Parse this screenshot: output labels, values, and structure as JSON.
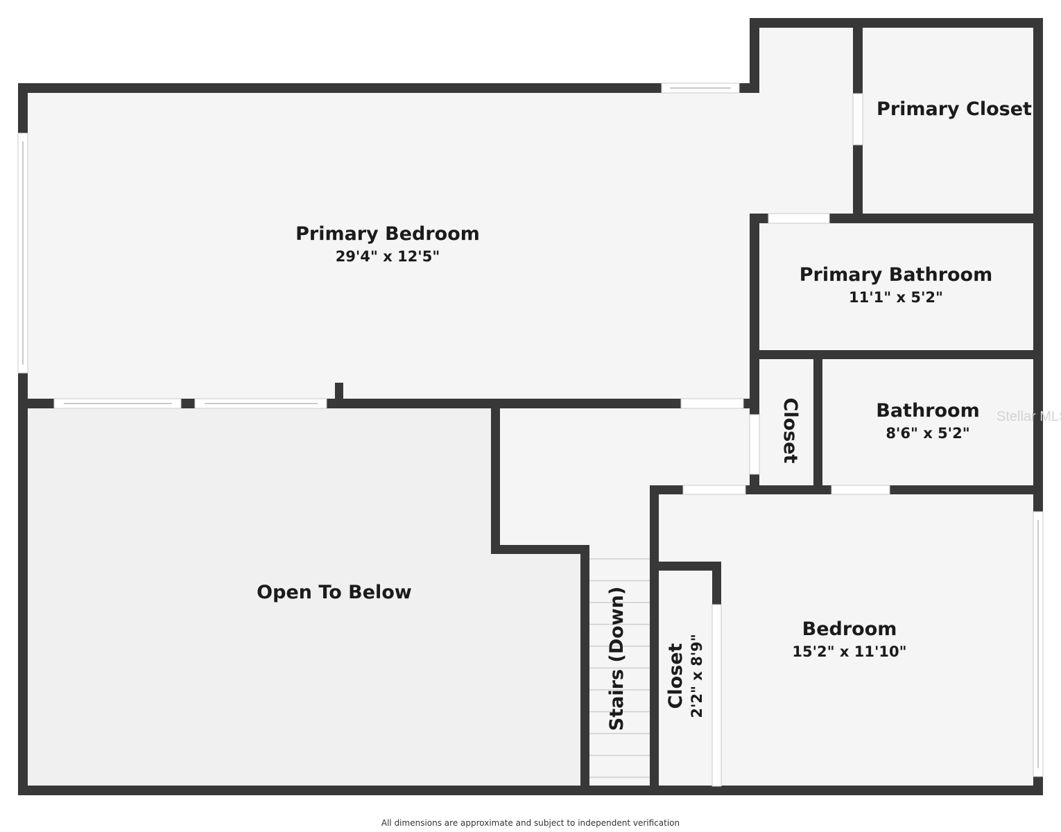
{
  "colors": {
    "wall": "#383838",
    "floor": "#f5f5f5",
    "floor_open": "#f0f0f0",
    "opening": "#ffffff",
    "window_frame": "#c9c9c9",
    "stair_line": "#cfcfcf",
    "text": "#1b1b1b"
  },
  "rooms": {
    "primary_bedroom": {
      "name": "Primary Bedroom",
      "dims": "29'4\" x 12'5\""
    },
    "primary_closet": {
      "name": "Primary Closet"
    },
    "primary_bathroom": {
      "name": "Primary Bathroom",
      "dims": "11'1\" x 5'2\""
    },
    "hall_closet": {
      "name": "Closet"
    },
    "bathroom": {
      "name": "Bathroom",
      "dims": "8'6\" x 5'2\""
    },
    "open_to_below": {
      "name": "Open To Below"
    },
    "stairs": {
      "name": "Stairs (Down)"
    },
    "bedroom_closet": {
      "name": "Closet",
      "dims": "2'2\" x 8'9\""
    },
    "bedroom": {
      "name": "Bedroom",
      "dims": "15'2\" x 11'10\""
    }
  },
  "watermark": "Stellar MLS",
  "footnote": "All dimensions are approximate and subject to independent verification"
}
